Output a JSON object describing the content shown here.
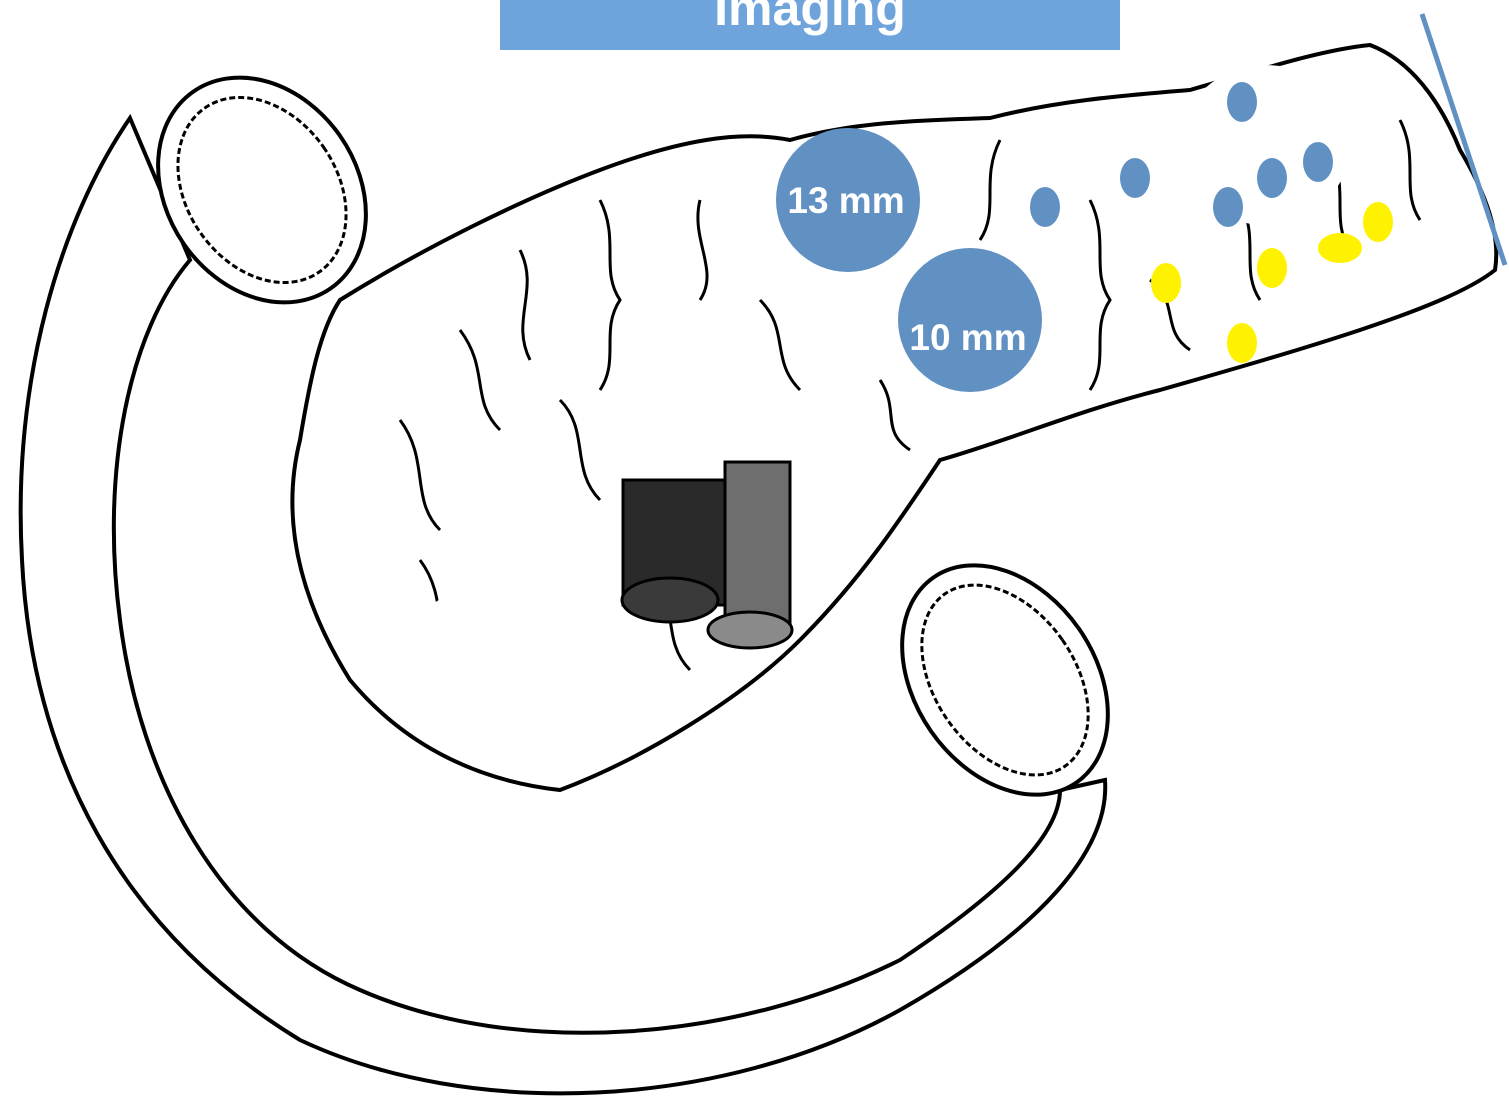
{
  "header": {
    "title": "Imaging"
  },
  "lesions": {
    "large_1": {
      "label": "13 mm"
    },
    "large_2": {
      "label": "10 mm"
    }
  },
  "colors": {
    "accent": "#6fa3dc",
    "lesion_blue": "#6191c3",
    "lesion_yellow": "#fff200",
    "outline": "#000000",
    "vessel_dark": "#2a2a2a",
    "vessel_grey": "#6e6e6e"
  }
}
